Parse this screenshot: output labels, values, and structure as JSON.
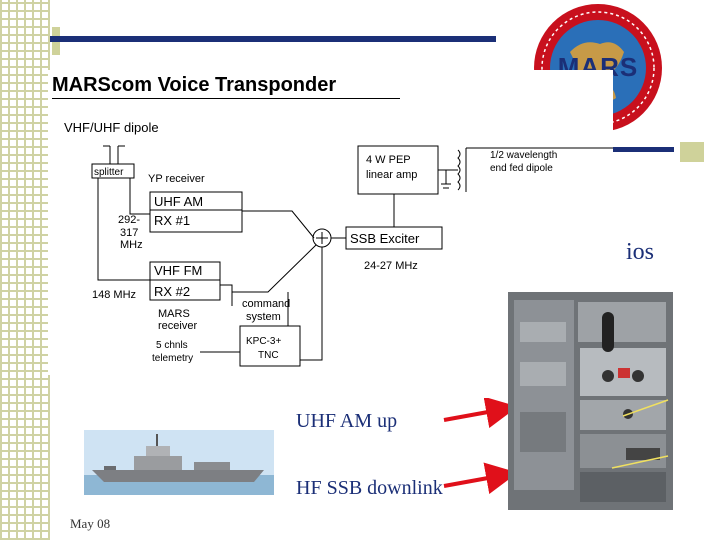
{
  "slide": {
    "title_visible_fragment": "ios",
    "footer_date": "May 08",
    "labels": {
      "uhf_up": "UHF AM up",
      "hf_downlink": "HF SSB downlink"
    }
  },
  "diagram": {
    "title": "MARScom  Voice Transponder",
    "dipole": "VHF/UHF dipole",
    "splitter": "splitter",
    "yp_receiver": "YP receiver",
    "uhf_rx_line1": "UHF AM",
    "uhf_rx_line2": "RX #1",
    "uhf_freq_line1": "292-",
    "uhf_freq_line2": "317",
    "uhf_freq_line3": "MHz",
    "vhf_rx_line1": "VHF FM",
    "vhf_rx_line2": "RX #2",
    "vhf_freq": "148 MHz",
    "mars_rx_line1": "MARS",
    "mars_rx_line2": "receiver",
    "telemetry_line1": "5 chnls",
    "telemetry_line2": "telemetry",
    "command_line1": "command",
    "command_line2": "system",
    "tnc_line1": "KPC-3+",
    "tnc_line2": "TNC",
    "amp_line1": "4 W PEP",
    "amp_line2": "linear amp",
    "hf_dipole_line1": "1/2 wavelength",
    "hf_dipole_line2": "end fed dipole",
    "exciter": "SSB Exciter",
    "exciter_freq": "24-27 MHz"
  },
  "logo": {
    "text": "MARS"
  },
  "colors": {
    "accent_navy": "#1b2f77",
    "khaki": "#cfd29a",
    "arrow_red": "#e0101a",
    "label_blue": "#1b2f77"
  }
}
